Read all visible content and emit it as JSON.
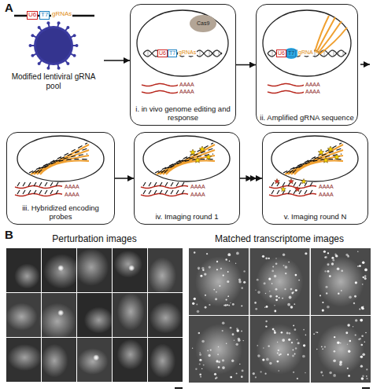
{
  "diagram": {
    "nodes": [
      {
        "text": [
          "Modified lentiviral gRNA pool"
        ]
      },
      {
        "text": [
          "i. in vivo genome editing and response"
        ]
      },
      {
        "text": [
          "ii. Amplified gRNA sequence"
        ]
      },
      {
        "text": [
          "iii. Hybridized encoding probes"
        ]
      },
      {
        "text": [
          "iv. Imaging round 1"
        ]
      },
      {
        "text": [
          "v. Imaging round N"
        ]
      }
    ],
    "edges": [
      {
        "from": 0,
        "to": 1,
        "arrow": "to"
      },
      {
        "from": 1,
        "to": 2,
        "arrow": "to"
      },
      {
        "from": 3,
        "to": 4,
        "arrow": "to"
      },
      {
        "from": 4,
        "to": 5,
        "arrow": "to"
      }
    ],
    "labels": [
      "A",
      "U6",
      "T7",
      "gRNAs",
      "Cas9",
      "U6",
      "T7",
      "gRNAs",
      "AAAA",
      "AAAA",
      "U6",
      "T7",
      "gRNA",
      "AAAA",
      "AAAA",
      "AAAA",
      "AAAA",
      "AAAA",
      "AAAA",
      "AAAA",
      "AAAA",
      "B",
      "Perturbation images",
      "Matched transcriptome images"
    ]
  }
}
